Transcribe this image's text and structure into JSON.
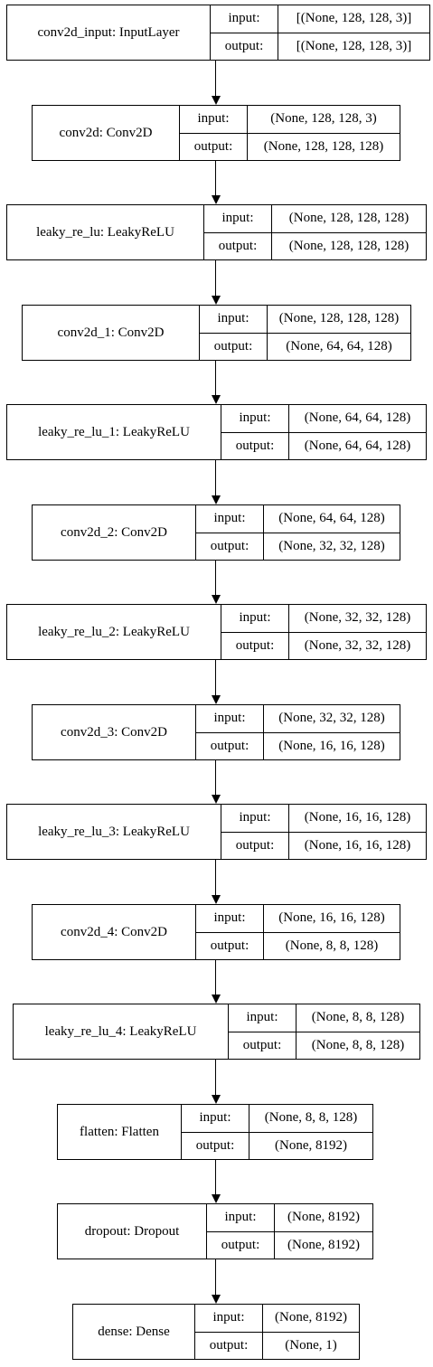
{
  "io_labels": {
    "input": "input:",
    "output": "output:"
  },
  "layers": [
    {
      "name": "conv2d_input: InputLayer",
      "input": "[(None, 128, 128, 3)]",
      "output": "[(None, 128, 128, 3)]"
    },
    {
      "name": "conv2d: Conv2D",
      "input": "(None, 128, 128, 3)",
      "output": "(None, 128, 128, 128)"
    },
    {
      "name": "leaky_re_lu: LeakyReLU",
      "input": "(None, 128, 128, 128)",
      "output": "(None, 128, 128, 128)"
    },
    {
      "name": "conv2d_1: Conv2D",
      "input": "(None, 128, 128, 128)",
      "output": "(None, 64, 64, 128)"
    },
    {
      "name": "leaky_re_lu_1: LeakyReLU",
      "input": "(None, 64, 64, 128)",
      "output": "(None, 64, 64, 128)"
    },
    {
      "name": "conv2d_2: Conv2D",
      "input": "(None, 64, 64, 128)",
      "output": "(None, 32, 32, 128)"
    },
    {
      "name": "leaky_re_lu_2: LeakyReLU",
      "input": "(None, 32, 32, 128)",
      "output": "(None, 32, 32, 128)"
    },
    {
      "name": "conv2d_3: Conv2D",
      "input": "(None, 32, 32, 128)",
      "output": "(None, 16, 16, 128)"
    },
    {
      "name": "leaky_re_lu_3: LeakyReLU",
      "input": "(None, 16, 16, 128)",
      "output": "(None, 16, 16, 128)"
    },
    {
      "name": "conv2d_4: Conv2D",
      "input": "(None, 16, 16, 128)",
      "output": "(None, 8, 8, 128)"
    },
    {
      "name": "leaky_re_lu_4: LeakyReLU",
      "input": "(None, 8, 8, 128)",
      "output": "(None, 8, 8, 128)"
    },
    {
      "name": "flatten: Flatten",
      "input": "(None, 8, 8, 128)",
      "output": "(None, 8192)"
    },
    {
      "name": "dropout: Dropout",
      "input": "(None, 8192)",
      "output": "(None, 8192)"
    },
    {
      "name": "dense: Dense",
      "input": "(None, 8192)",
      "output": "(None, 1)"
    }
  ]
}
